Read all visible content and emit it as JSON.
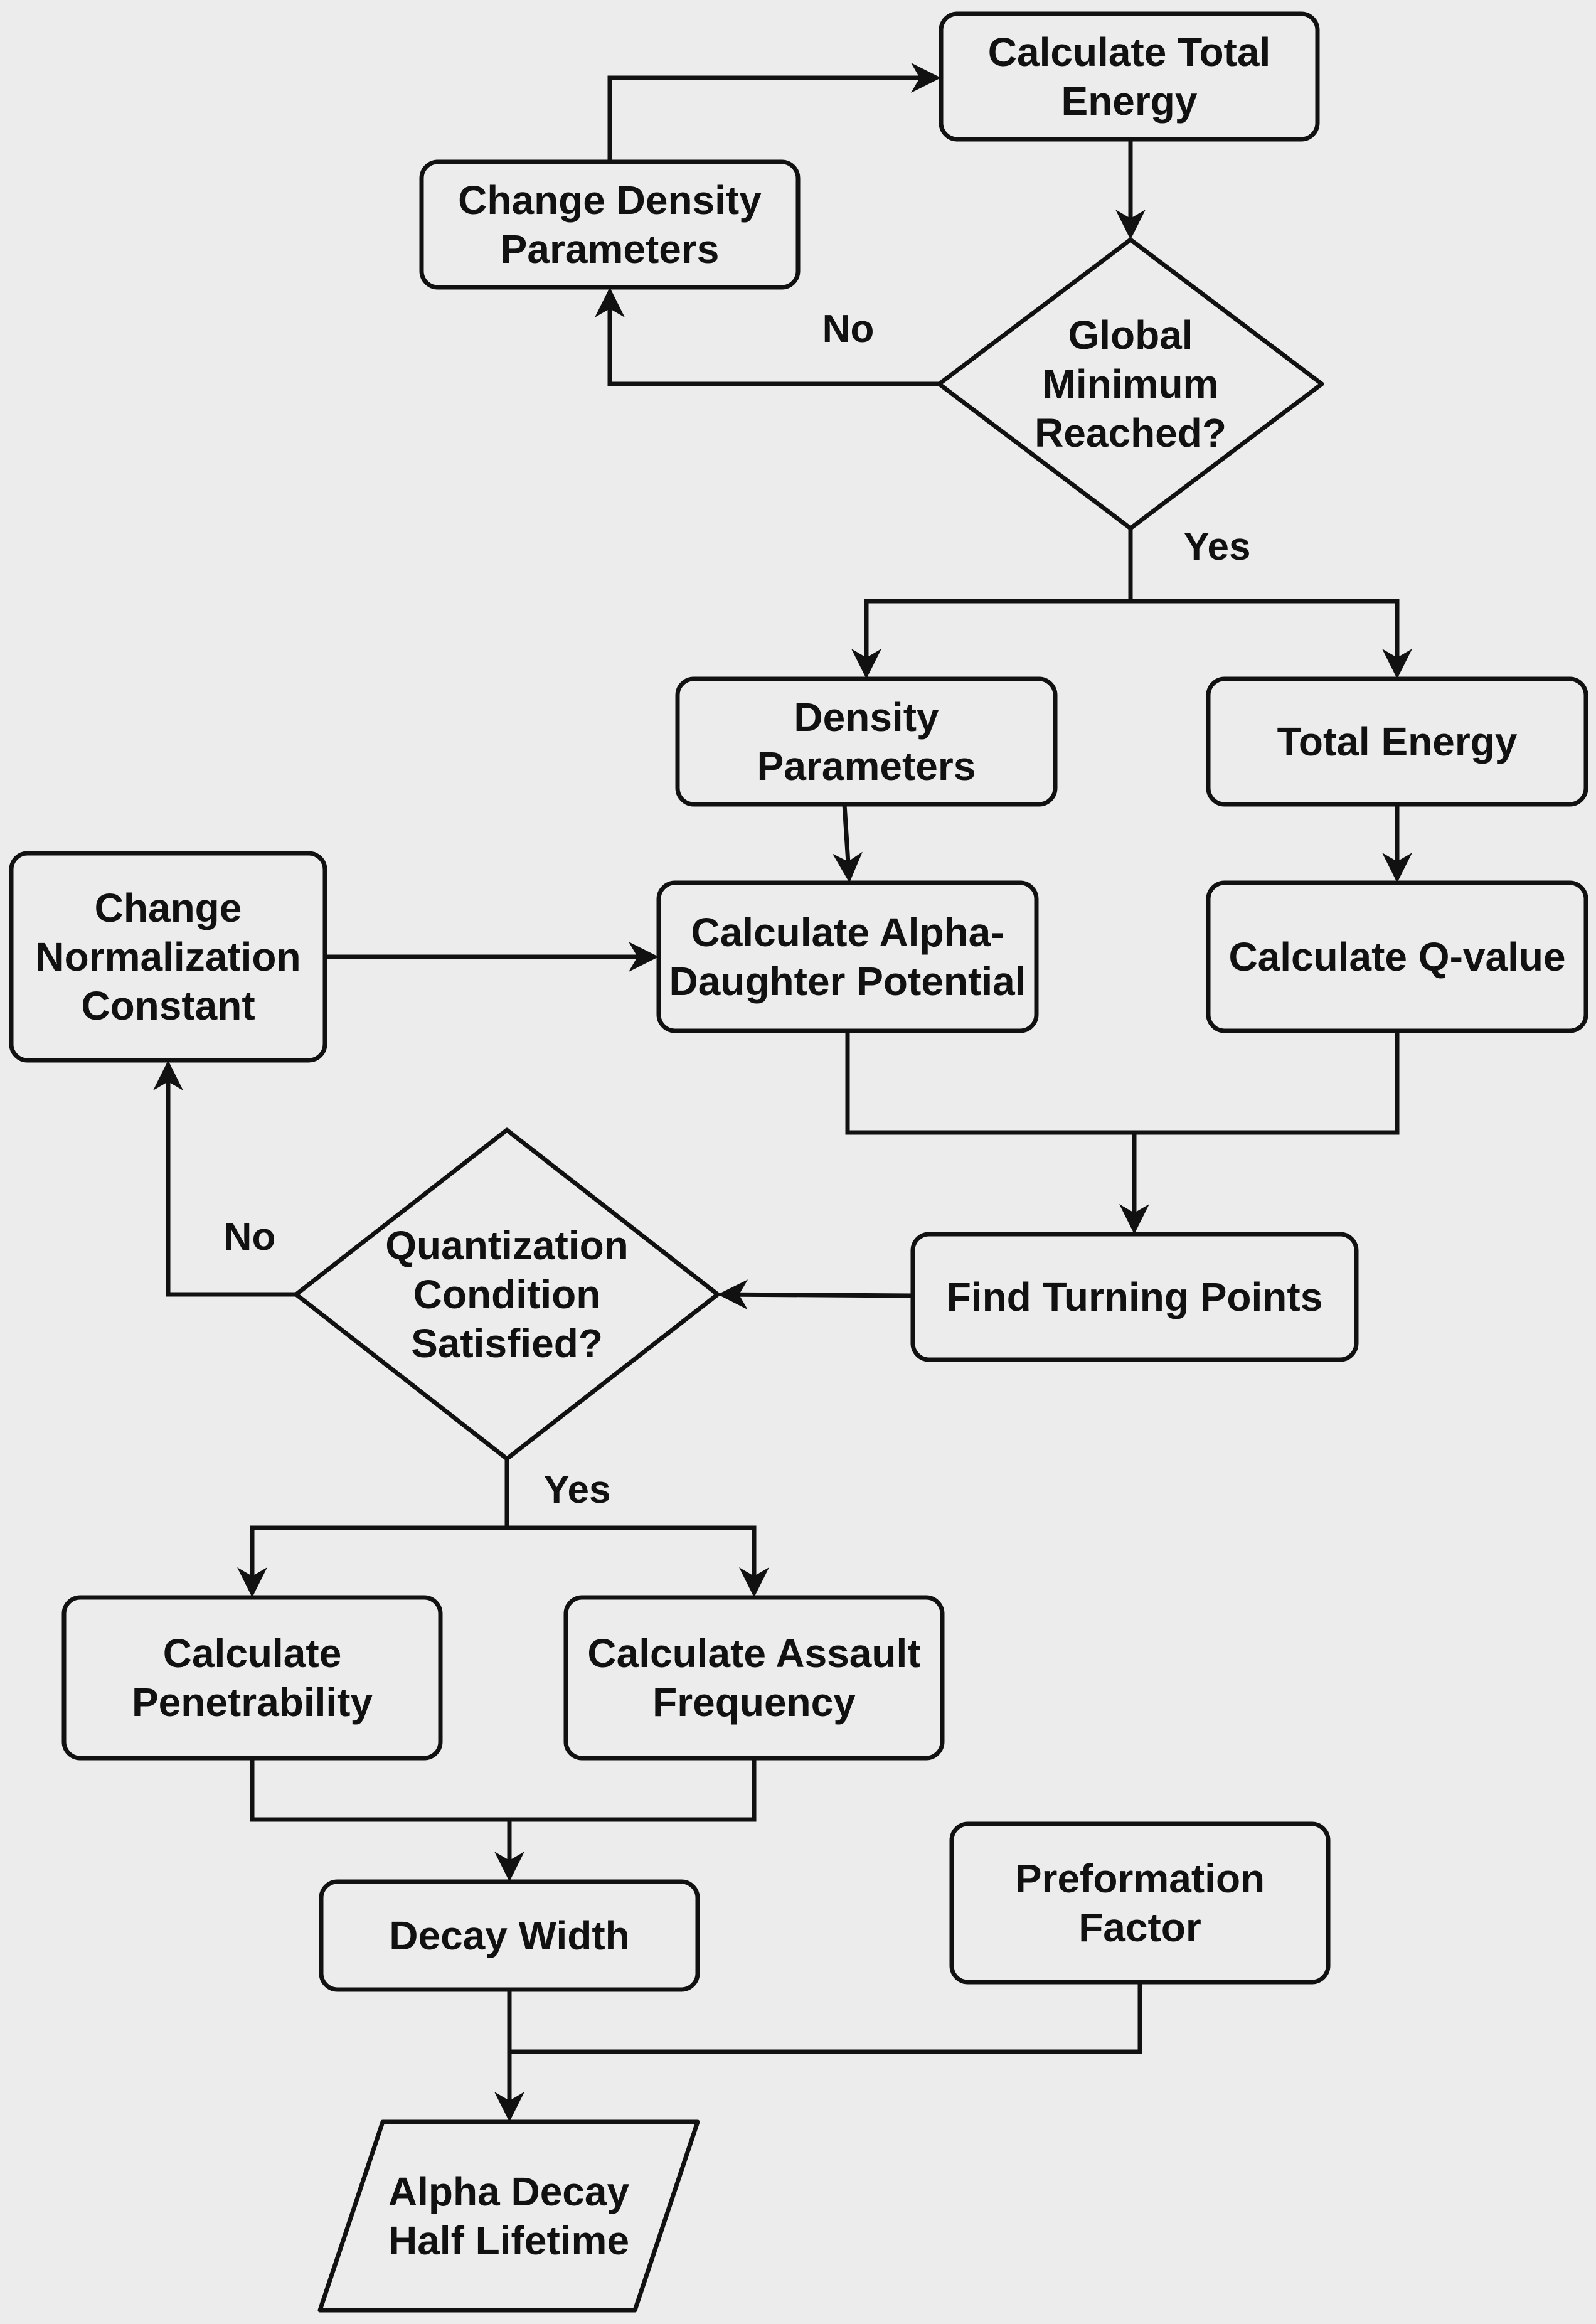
{
  "colors": {
    "background": "#ececec",
    "stroke": "#111111",
    "text": "#111111"
  },
  "nodes": {
    "calc_total_energy": {
      "lines": [
        "Calculate Total",
        "Energy"
      ]
    },
    "change_density": {
      "lines": [
        "Change Density",
        "Parameters"
      ]
    },
    "global_min": {
      "lines": [
        "Global",
        "Minimum",
        "Reached?"
      ]
    },
    "density_params": {
      "lines": [
        "Density",
        "Parameters"
      ]
    },
    "total_energy": {
      "lines": [
        "Total Energy"
      ]
    },
    "change_norm": {
      "lines": [
        "Change",
        "Normalization",
        "Constant"
      ]
    },
    "calc_alpha_daughter": {
      "lines": [
        "Calculate Alpha-",
        "Daughter Potential"
      ]
    },
    "calc_q_value": {
      "lines": [
        "Calculate Q-value"
      ]
    },
    "find_turning_points": {
      "lines": [
        "Find Turning Points"
      ]
    },
    "quantization": {
      "lines": [
        "Quantization",
        "Condition",
        "Satisfied?"
      ]
    },
    "calc_penetrability": {
      "lines": [
        "Calculate",
        "Penetrability"
      ]
    },
    "calc_assault": {
      "lines": [
        "Calculate Assault",
        "Frequency"
      ]
    },
    "decay_width": {
      "lines": [
        "Decay Width"
      ]
    },
    "preformation": {
      "lines": [
        "Preformation",
        "Factor"
      ]
    },
    "half_lifetime": {
      "lines": [
        "Alpha Decay",
        "Half Lifetime"
      ]
    }
  },
  "edge_labels": {
    "global_no": "No",
    "global_yes": "Yes",
    "quant_no": "No",
    "quant_yes": "Yes"
  }
}
